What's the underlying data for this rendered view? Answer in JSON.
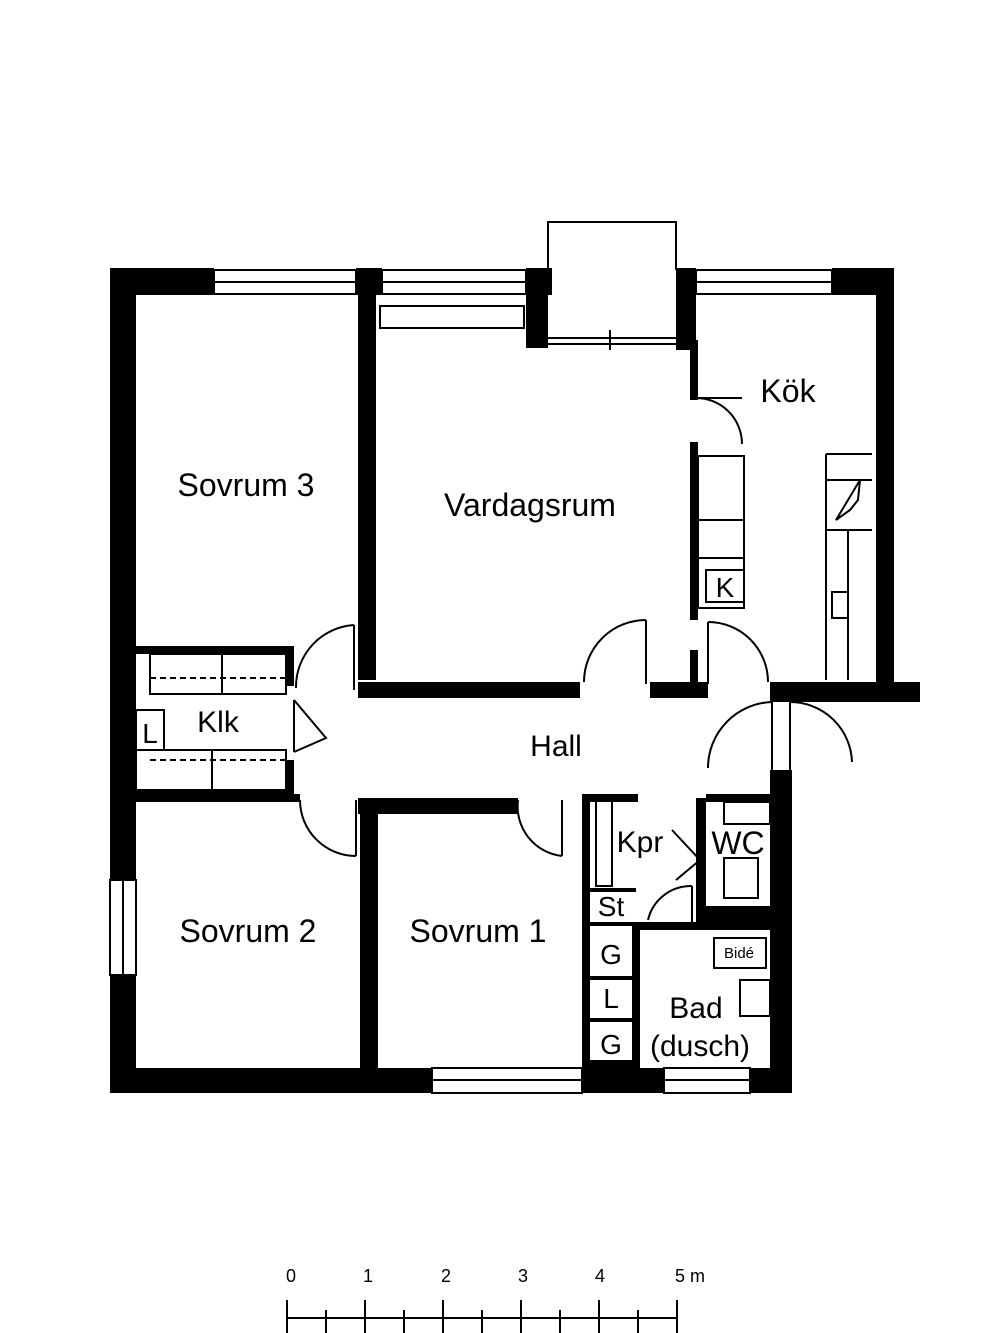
{
  "rooms": {
    "sovrum3": "Sovrum 3",
    "vardagsrum": "Vardagsrum",
    "kok": "Kök",
    "klk": "Klk",
    "hall": "Hall",
    "kpr": "Kpr",
    "wc": "WC",
    "sovrum2": "Sovrum 2",
    "sovrum1": "Sovrum 1",
    "bad_line1": "Bad",
    "bad_line2": "(dusch)"
  },
  "fixtures": {
    "k": "K",
    "klk_l": "L",
    "st": "St",
    "g1": "G",
    "l2": "L",
    "g2": "G",
    "bide": "Bidé"
  },
  "scale": {
    "labels": [
      "0",
      "1",
      "2",
      "3",
      "4",
      "5 m"
    ]
  }
}
